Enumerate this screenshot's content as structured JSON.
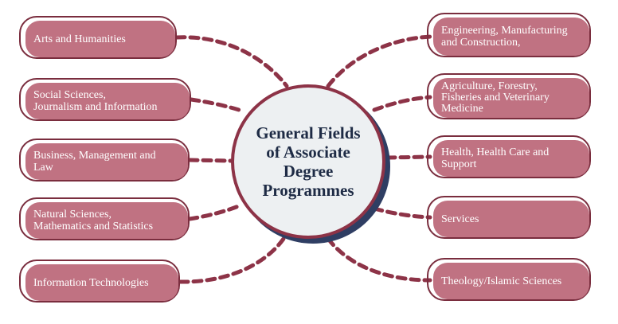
{
  "center": {
    "title": "General Fields\nof Associate\nDegree\nProgrammes"
  },
  "left_fields": [
    {
      "label": "Arts and Humanities"
    },
    {
      "label": "Social Sciences,\nJournalism and Information"
    },
    {
      "label": "Business, Management and\nLaw"
    },
    {
      "label": "Natural Sciences,\nMathematics and Statistics"
    },
    {
      "label": "Information Technologies"
    }
  ],
  "right_fields": [
    {
      "label": "Engineering, Manufacturing\nand Construction,"
    },
    {
      "label": "Agriculture, Forestry,\nFisheries and Veterinary\nMedicine"
    },
    {
      "label": "Health, Health Care and\nSupport"
    },
    {
      "label": "Services"
    },
    {
      "label": "Theology/Islamic Sciences"
    }
  ],
  "colors": {
    "pill_fill": "#c07282",
    "pill_outline": "#7a2d3e",
    "connector": "#8d3347",
    "circle_fill": "#edf0f2",
    "circle_border": "#8d3347",
    "circle_shadow": "#2f3e63",
    "title_text": "#1e2b45",
    "pill_text": "#ffffff"
  }
}
